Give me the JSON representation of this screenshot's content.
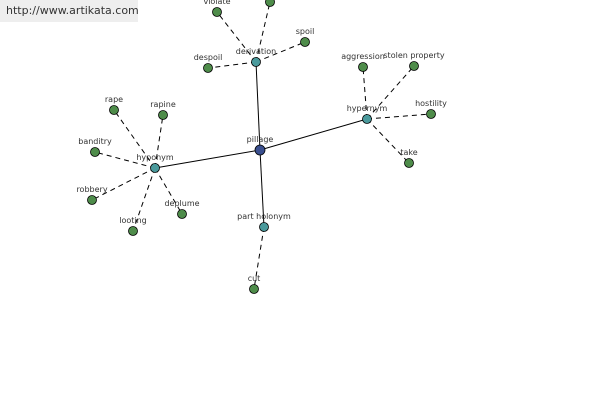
{
  "watermark": {
    "text": "http://www.artikata.com"
  },
  "colors": {
    "center_node": "#3a4f8f",
    "relation_node": "#4a9a9c",
    "word_node": "#4e8c4a",
    "edge": "#000000"
  },
  "graph": {
    "nodes": [
      {
        "id": "pillage",
        "label": "pillage",
        "kind": "center"
      },
      {
        "id": "derivation",
        "label": "derivation",
        "kind": "relation"
      },
      {
        "id": "hypernym",
        "label": "hypernym",
        "kind": "relation"
      },
      {
        "id": "hyponym",
        "label": "hyponym",
        "kind": "relation"
      },
      {
        "id": "part_holonym",
        "label": "part holonym",
        "kind": "relation"
      },
      {
        "id": "violate",
        "label": "violate",
        "kind": "word"
      },
      {
        "id": "spoil",
        "label": "spoil",
        "kind": "word"
      },
      {
        "id": "despoil",
        "label": "despoil",
        "kind": "word"
      },
      {
        "id": "derivation_extra",
        "label": "",
        "kind": "word"
      },
      {
        "id": "aggression",
        "label": "aggression",
        "kind": "word"
      },
      {
        "id": "stolen_property",
        "label": "stolen property",
        "kind": "word"
      },
      {
        "id": "hostility",
        "label": "hostility",
        "kind": "word"
      },
      {
        "id": "take",
        "label": "take",
        "kind": "word"
      },
      {
        "id": "rape",
        "label": "rape",
        "kind": "word"
      },
      {
        "id": "rapine",
        "label": "rapine",
        "kind": "word"
      },
      {
        "id": "banditry",
        "label": "banditry",
        "kind": "word"
      },
      {
        "id": "robbery",
        "label": "robbery",
        "kind": "word"
      },
      {
        "id": "looting",
        "label": "looting",
        "kind": "word"
      },
      {
        "id": "deplume",
        "label": "deplume",
        "kind": "word"
      },
      {
        "id": "cut",
        "label": "cut",
        "kind": "word"
      }
    ],
    "edges": [
      {
        "from": "pillage",
        "to": "derivation",
        "style": "solid"
      },
      {
        "from": "pillage",
        "to": "hypernym",
        "style": "solid"
      },
      {
        "from": "pillage",
        "to": "hyponym",
        "style": "solid"
      },
      {
        "from": "pillage",
        "to": "part_holonym",
        "style": "solid"
      },
      {
        "from": "derivation",
        "to": "violate",
        "style": "dashed"
      },
      {
        "from": "derivation",
        "to": "derivation_extra",
        "style": "dashed"
      },
      {
        "from": "derivation",
        "to": "spoil",
        "style": "dashed"
      },
      {
        "from": "derivation",
        "to": "despoil",
        "style": "dashed"
      },
      {
        "from": "hypernym",
        "to": "aggression",
        "style": "dashed"
      },
      {
        "from": "hypernym",
        "to": "stolen_property",
        "style": "dashed"
      },
      {
        "from": "hypernym",
        "to": "hostility",
        "style": "dashed"
      },
      {
        "from": "hypernym",
        "to": "take",
        "style": "dashed"
      },
      {
        "from": "hyponym",
        "to": "rape",
        "style": "dashed"
      },
      {
        "from": "hyponym",
        "to": "rapine",
        "style": "dashed"
      },
      {
        "from": "hyponym",
        "to": "banditry",
        "style": "dashed"
      },
      {
        "from": "hyponym",
        "to": "robbery",
        "style": "dashed"
      },
      {
        "from": "hyponym",
        "to": "looting",
        "style": "dashed"
      },
      {
        "from": "hyponym",
        "to": "deplume",
        "style": "dashed"
      },
      {
        "from": "part_holonym",
        "to": "cut",
        "style": "dashed"
      }
    ]
  }
}
